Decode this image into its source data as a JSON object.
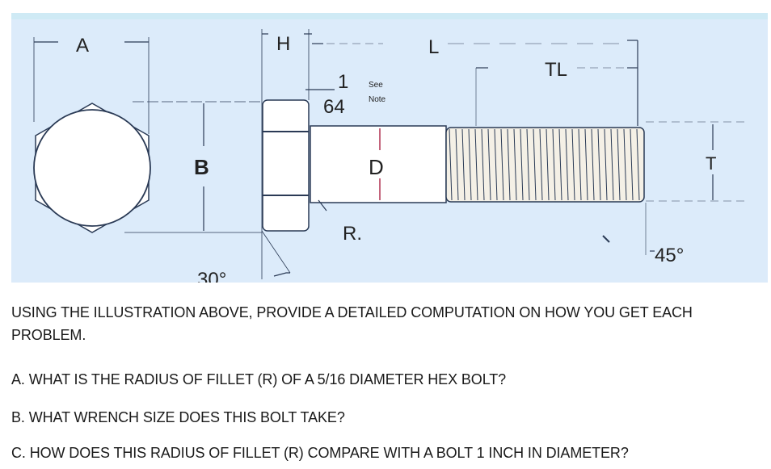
{
  "illustration": {
    "labels": {
      "A": "A",
      "H": "H",
      "L": "L",
      "TL": "TL",
      "frac_num": "1",
      "frac_den": "64",
      "see": "See",
      "note": "Note",
      "B": "B",
      "D": "D",
      "T": "T",
      "R": "R.",
      "angle_45": "45°",
      "angle_30": "30°"
    },
    "colors": {
      "background": "#dcebfa",
      "lines": "#2a3a55"
    }
  },
  "instructions": "USING THE ILLUSTRATION ABOVE, PROVIDE A DETAILED COMPUTATION ON HOW YOU GET EACH PROBLEM.",
  "questions": [
    "A. WHAT IS THE RADIUS OF FILLET (R) OF A 5/16 DIAMETER HEX BOLT?",
    "B. WHAT WRENCH SIZE DOES THIS BOLT TAKE?",
    "C. HOW DOES THIS RADIUS OF FILLET (R) COMPARE WITH A BOLT 1 INCH IN DIAMETER?"
  ]
}
